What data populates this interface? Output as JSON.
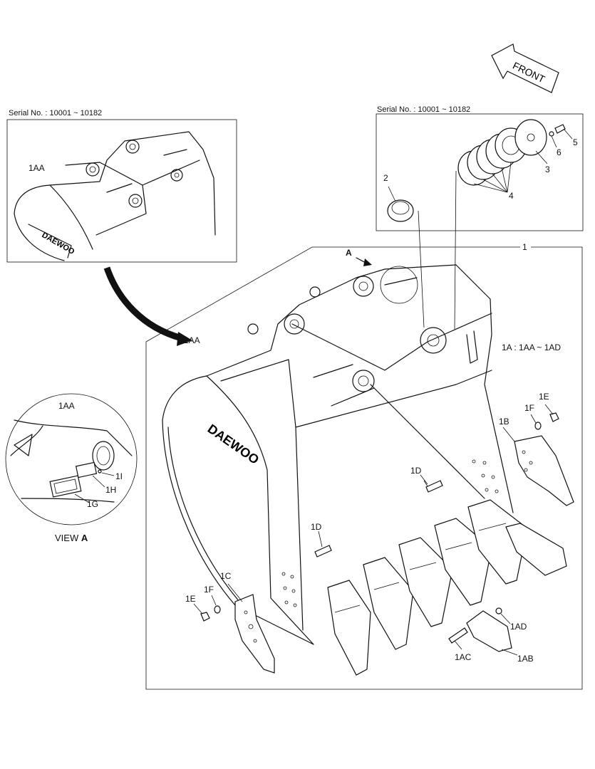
{
  "front_arrow": {
    "label": "FRONT"
  },
  "inset_left": {
    "serial": "Serial No. : 10001 ~ 10182",
    "label_1aa": "1AA"
  },
  "inset_right": {
    "serial": "Serial No. : 10001 ~ 10182",
    "labels": [
      "2",
      "3",
      "4",
      "5",
      "6"
    ]
  },
  "main": {
    "label_1": "1",
    "label_A": "A",
    "label_1aa": "1AA",
    "range_note": "1A : 1AA ~ 1AD",
    "logo_text": "DAEWOO",
    "labels": {
      "1B": "1B",
      "1E_right": "1E",
      "1F_right": "1F",
      "1D_right": "1D",
      "1D_left": "1D",
      "1C": "1C",
      "1F_left": "1F",
      "1E_left": "1E",
      "1AD": "1AD",
      "1AC": "1AC",
      "1AB": "1AB"
    }
  },
  "view_a": {
    "caption": "VIEW",
    "caption_letter": "A",
    "labels": {
      "1AA": "1AA",
      "1I": "1I",
      "1H": "1H",
      "1G": "1G"
    }
  }
}
